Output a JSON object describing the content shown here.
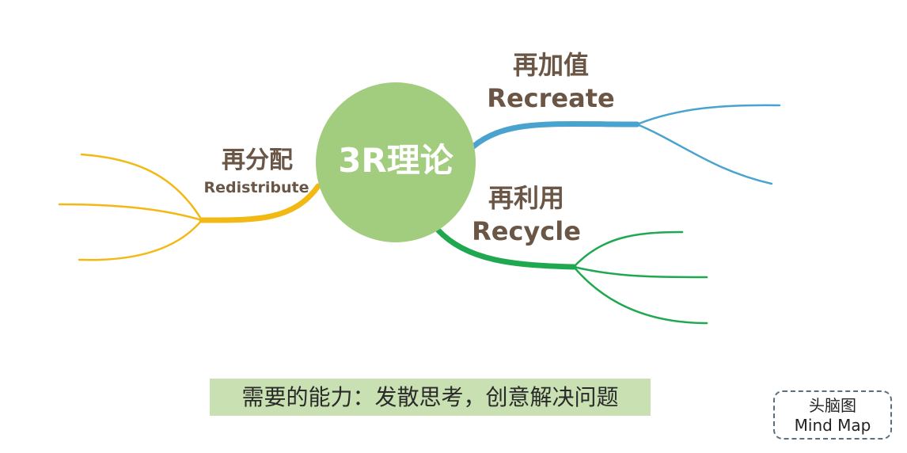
{
  "center": {
    "label": "3R理论",
    "color": "#a2cc7e"
  },
  "branches": [
    {
      "cn": "再加值",
      "en": "Recreate",
      "color": "#4aa3cf"
    },
    {
      "cn": "再利用",
      "en": "Recycle",
      "color": "#1fa84f"
    },
    {
      "cn": "再分配",
      "en": "Redistribute",
      "color": "#f2b915"
    }
  ],
  "banner": "需要的能力：发散思考，创意解决问题",
  "badge": {
    "line1": "头脑图",
    "line2": "Mind Map"
  }
}
